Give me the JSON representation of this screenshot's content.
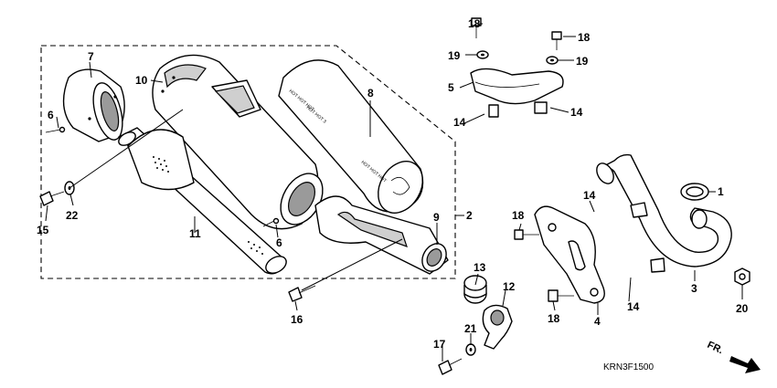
{
  "diagram_code": "KRN3F1500",
  "direction_label": "FR.",
  "callouts": {
    "c1": "1",
    "c2": "2",
    "c3": "3",
    "c4": "4",
    "c5": "5",
    "c6a": "6",
    "c6b": "6",
    "c7": "7",
    "c8": "8",
    "c9": "9",
    "c10": "10",
    "c11": "11",
    "c12": "12",
    "c13": "13",
    "c14a": "14",
    "c14b": "14",
    "c14c": "14",
    "c14d": "14",
    "c15": "15",
    "c16": "16",
    "c17": "17",
    "c18a": "18",
    "c18b": "18",
    "c18c": "18",
    "c18d": "18",
    "c19a": "19",
    "c19b": "19",
    "c20": "20",
    "c21": "21",
    "c22": "22"
  }
}
